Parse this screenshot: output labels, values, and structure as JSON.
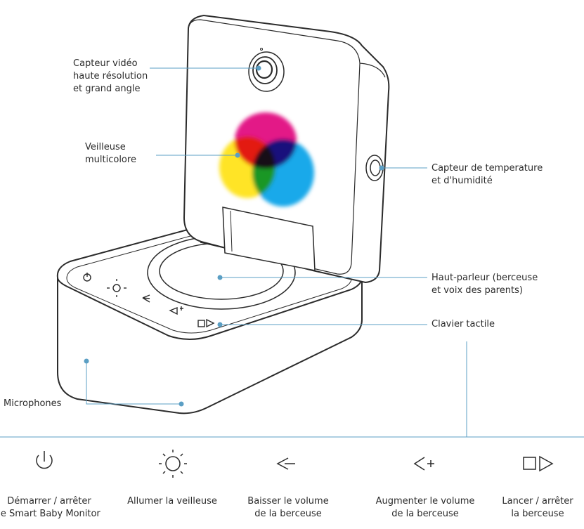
{
  "callouts": {
    "video_sensor": "Capteur vidéo\nhaute résolution\net grand angle",
    "night_light": "Veilleuse\nmulticolore",
    "temp_humidity": "Capteur de temperature\net d'humidité",
    "speaker": "Haut-parleur (berceuse\net voix des parents)",
    "keypad": "Clavier tactile",
    "microphones": "Microphones"
  },
  "buttons": [
    {
      "icon": "power-icon",
      "label": "Démarrer / arrêter\nle Smart Baby Monitor"
    },
    {
      "icon": "sun-icon",
      "label": "Allumer la veilleuse"
    },
    {
      "icon": "volume-down-icon",
      "label": "Baisser le volume\nde la berceuse"
    },
    {
      "icon": "volume-up-icon",
      "label": "Augmenter le volume\nde la berceuse"
    },
    {
      "icon": "play-stop-icon",
      "label": "Lancer / arrêter\nla berceuse"
    }
  ],
  "colors": {
    "leader": "#5b9fc4",
    "outline": "#2b2b2b",
    "magenta": "#e0007a",
    "yellow": "#ffe000",
    "cyan": "#00a0e8"
  }
}
